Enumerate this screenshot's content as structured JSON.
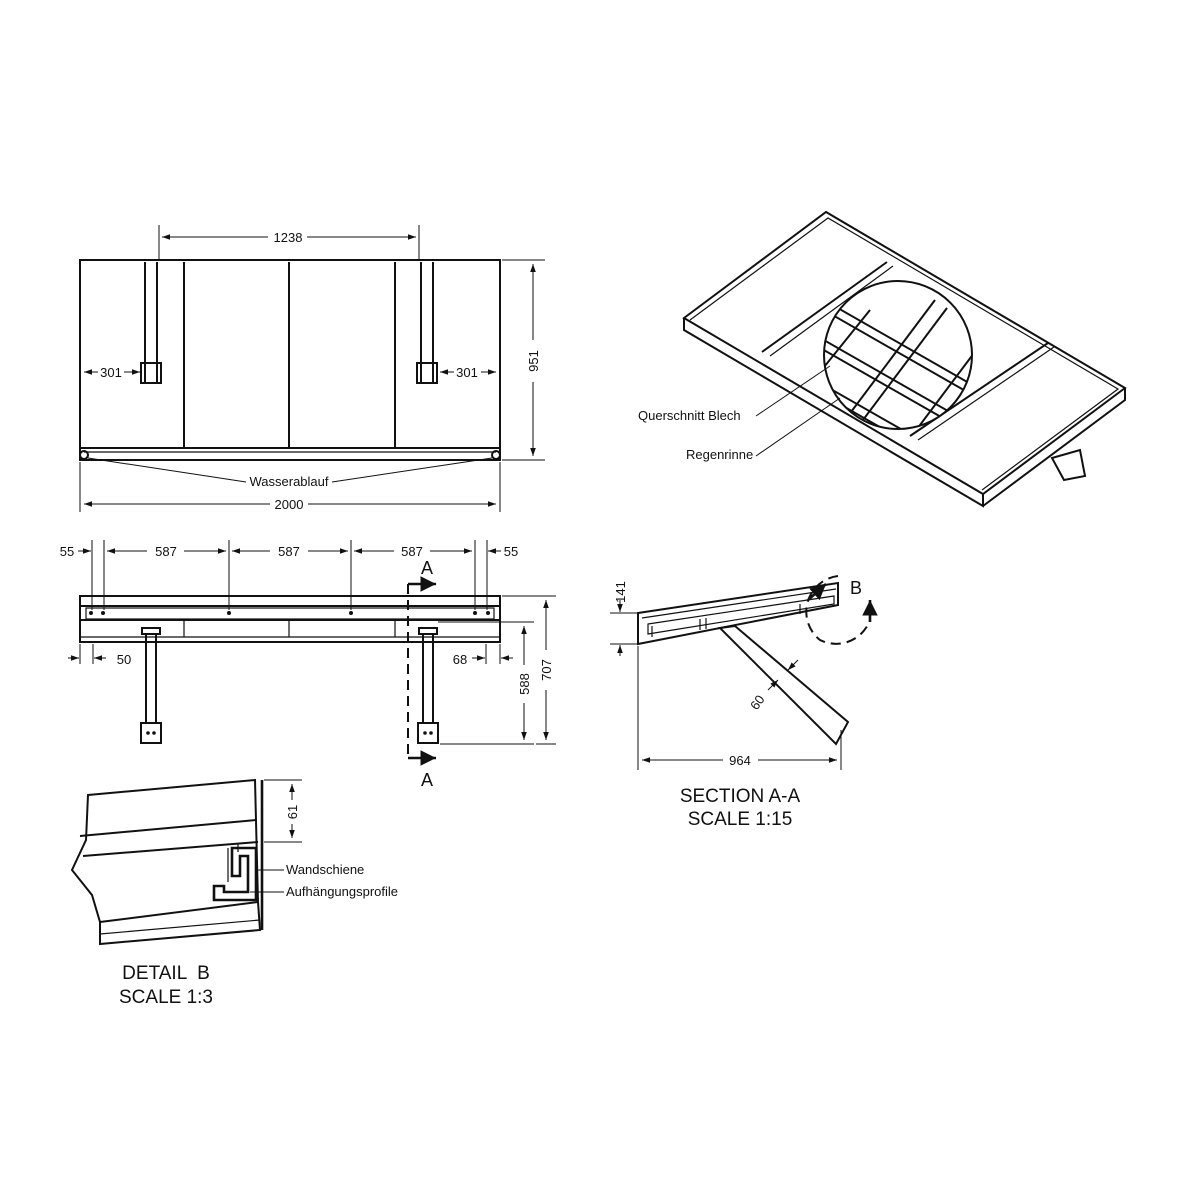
{
  "colors": {
    "line": "#111111",
    "background": "#ffffff"
  },
  "plan": {
    "dim_between_supports": "1238",
    "dim_left_support": "301",
    "dim_right_support": "301",
    "dim_depth": "951",
    "dim_width": "2000",
    "label_drain": "Wasserablauf"
  },
  "isometric": {
    "label_section_sheet": "Querschnitt Blech",
    "label_gutter": "Regenrinne"
  },
  "front": {
    "dim_edge_left": "55",
    "dim_span_1": "587",
    "dim_span_2": "587",
    "dim_span_3": "587",
    "dim_edge_right": "55",
    "dim_left_offset": "50",
    "dim_right_offset": "68",
    "dim_height_support": "588",
    "dim_height_total": "707",
    "section_marker_top": "A",
    "section_marker_bottom": "A"
  },
  "section_aa": {
    "dim_height": "141",
    "dim_strut": "60",
    "dim_projection": "964",
    "detail_marker": "B",
    "title": "SECTION A-A",
    "scale": "SCALE 1:15"
  },
  "detail_b": {
    "dim_height": "61",
    "label_wall_rail": "Wandschiene",
    "label_hanging_profile": "Aufhängungsprofile",
    "title": "DETAIL  B",
    "scale": "SCALE 1:3"
  }
}
